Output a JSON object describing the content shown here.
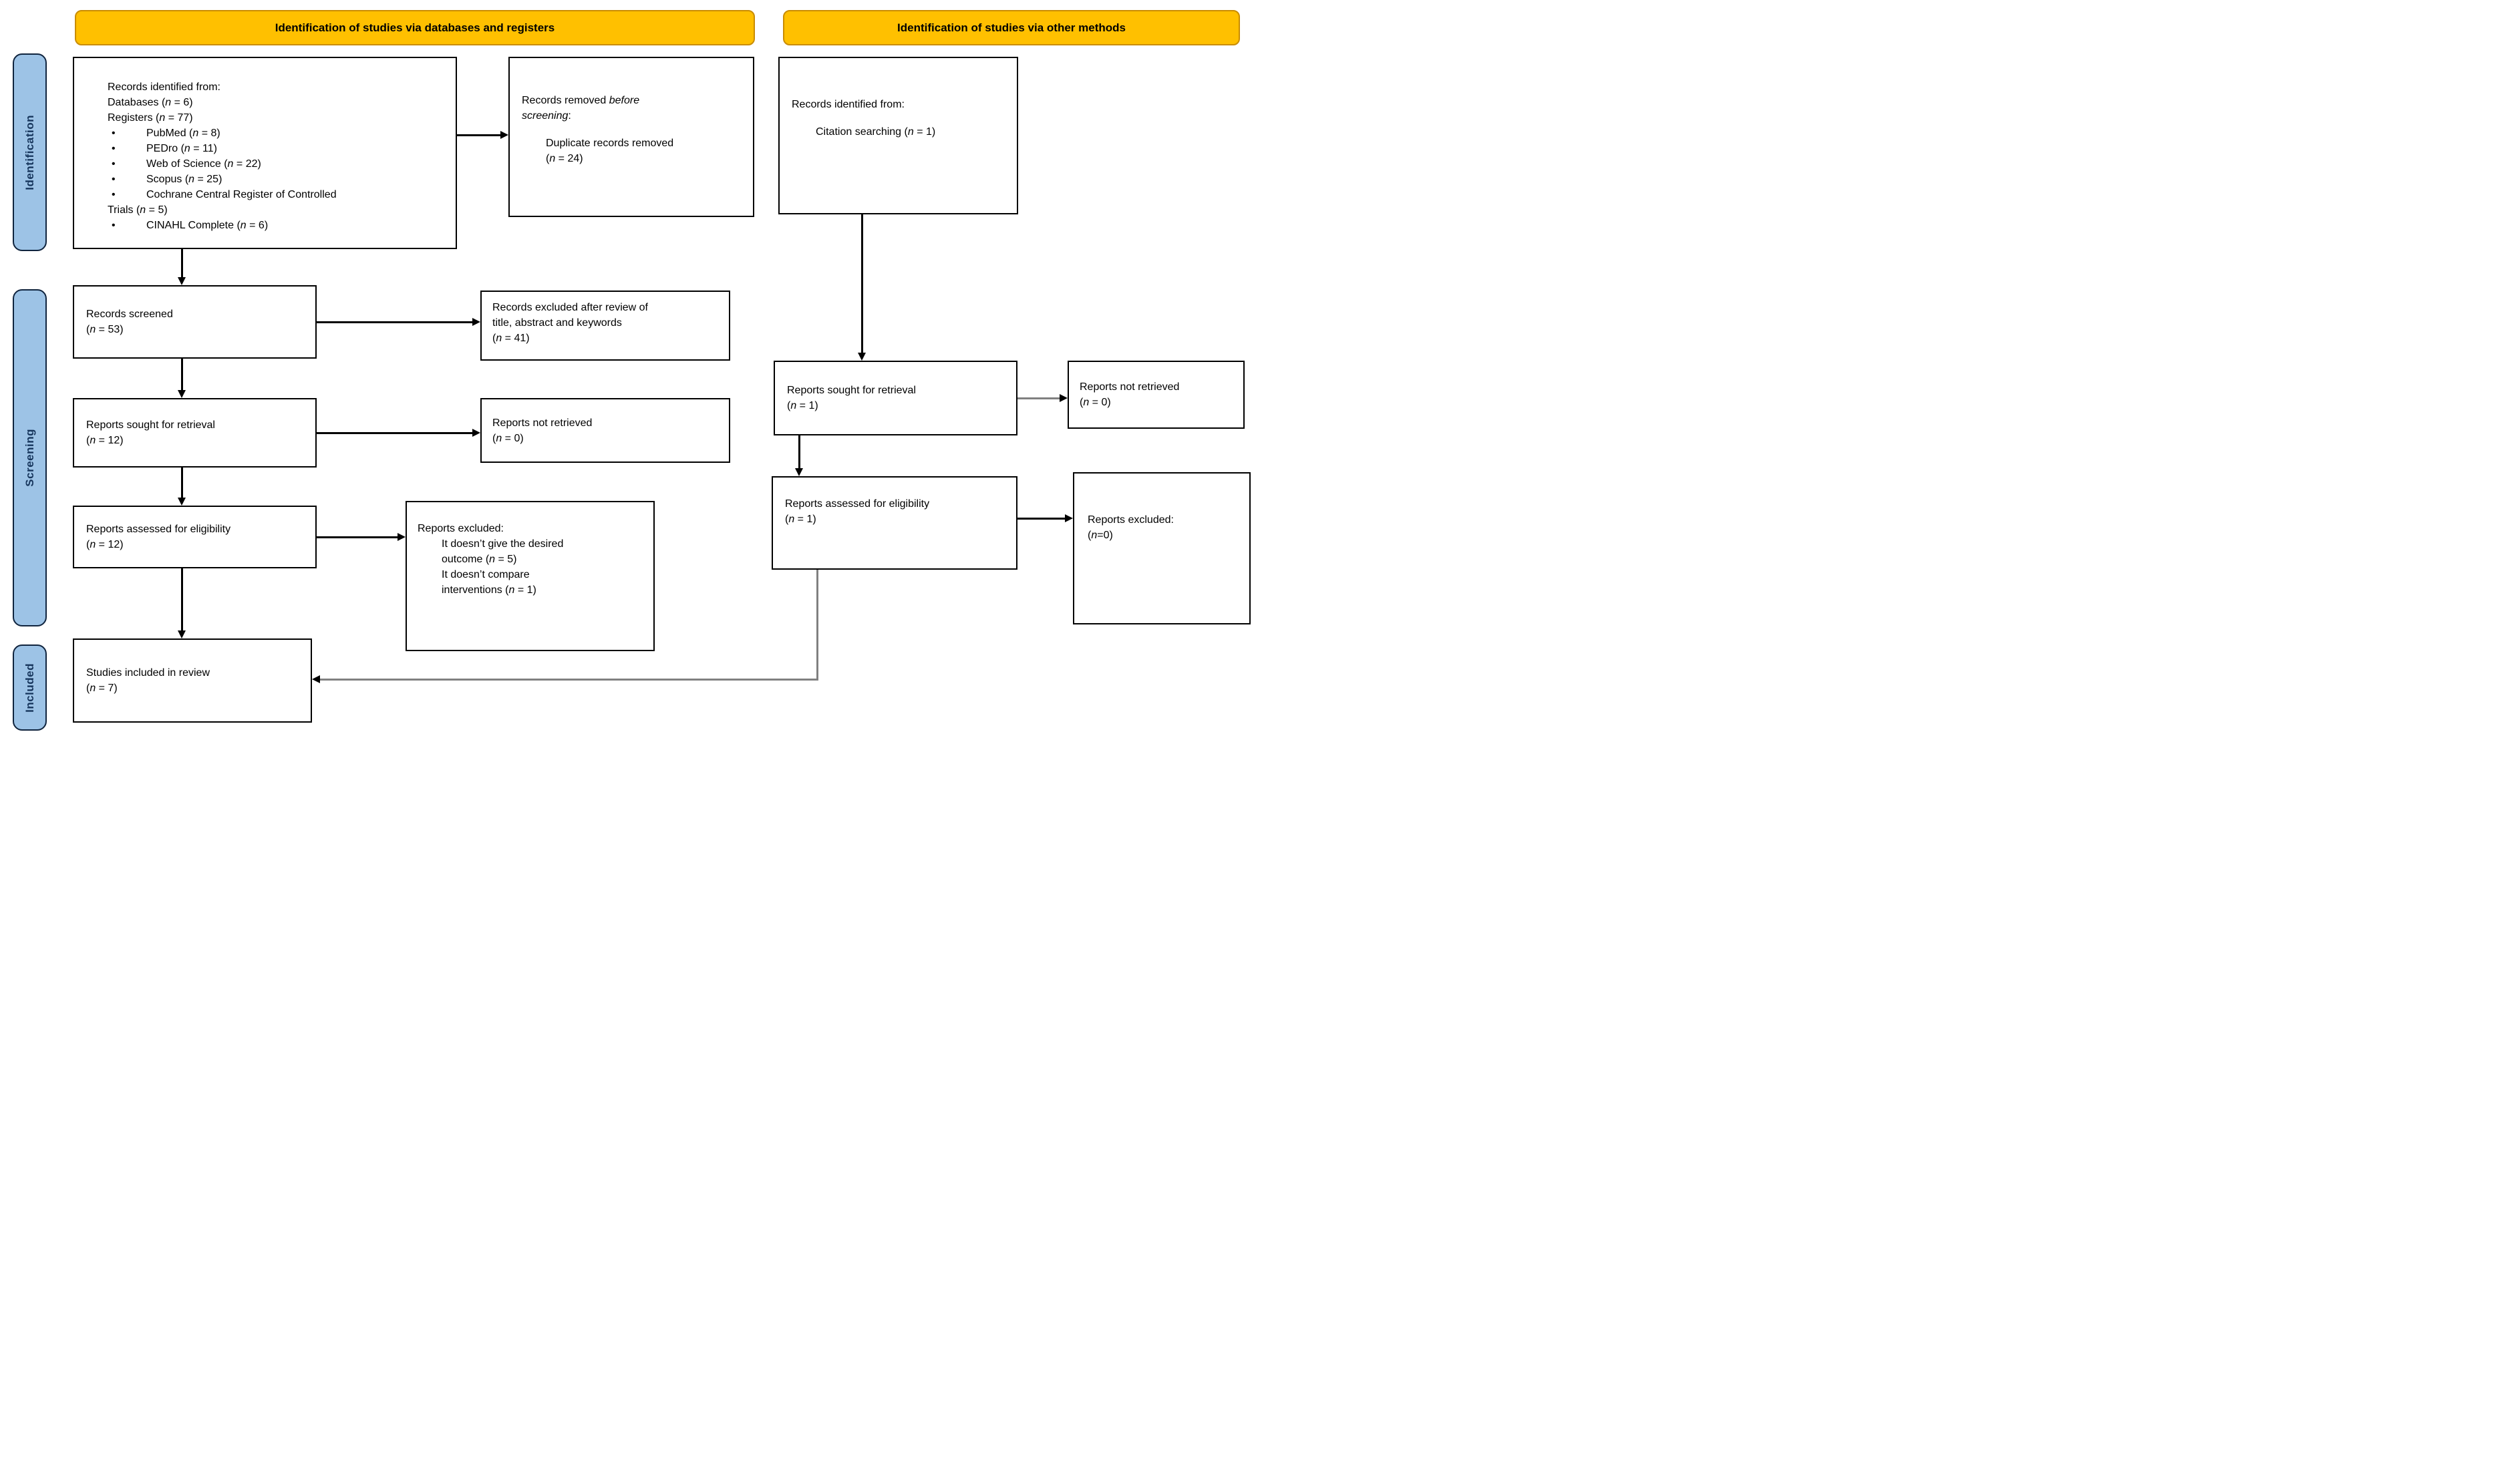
{
  "colors": {
    "header_fill": "#FFC000",
    "header_border": "#C98C00",
    "stage_fill": "#9DC3E6",
    "stage_text": "#17365D",
    "box_border": "#000000",
    "arrow": "#000000",
    "arrow_gray": "#808080"
  },
  "glyphs": {
    "bullet": "•"
  },
  "headers": {
    "databases": "Identification of studies via databases and registers",
    "other": "Identification of studies via other methods"
  },
  "stages": {
    "identification": "Identification",
    "screening": "Screening",
    "included": "Included"
  },
  "boxes": {
    "records_identified_db": {
      "lines": [
        "Records identified from:",
        "Databases (*n* = 6)",
        "Registers (*n* = 77)",
        "PubMed (*n* = 8)",
        "PEDro (*n* = 11)",
        "Web of Science (*n* = 22)",
        "Scopus (*n* = 25)",
        "Cochrane Central Register of Controlled",
        "Trials (*n* = 5)",
        "CINAHL Complete (*n* = 6)"
      ]
    },
    "records_removed": {
      "lines": [
        "Records removed *before*",
        "*screening*:",
        "Duplicate records removed",
        "(*n* = 24)"
      ]
    },
    "records_screened": {
      "title": "Records screened",
      "count": "(*n* = 53)"
    },
    "records_excluded_review": {
      "lines": [
        "Records excluded after review of",
        "title, abstract and keywords",
        "(*n* = 41)"
      ]
    },
    "reports_sought_db": {
      "title": "Reports sought for retrieval",
      "count": "(*n* = 12)"
    },
    "reports_not_retrieved_db": {
      "title": "Reports not retrieved",
      "count": "(*n* = 0)"
    },
    "reports_assessed_db": {
      "title": "Reports assessed for eligibility",
      "count": "(*n* = 12)"
    },
    "reports_excluded_db": {
      "lines": [
        "Reports excluded:",
        "It doesn’t give the desired",
        "outcome (*n* = 5)",
        "It doesn’t compare",
        "interventions (*n* = 1)"
      ]
    },
    "studies_included": {
      "title": "Studies included in review",
      "count": "(*n* = 7)"
    },
    "records_identified_other": {
      "lines": [
        "Records identified from:",
        "Citation searching (*n* = 1)"
      ]
    },
    "reports_sought_other": {
      "title": "Reports sought for retrieval",
      "count": "(*n* = 1)"
    },
    "reports_not_retrieved_other": {
      "title": "Reports not retrieved",
      "count": "(*n* = 0)"
    },
    "reports_assessed_other": {
      "title": "Reports assessed for eligibility",
      "count": "(*n* = 1)"
    },
    "reports_excluded_other": {
      "lines": [
        "Reports excluded:",
        "(*n*=0)"
      ]
    }
  }
}
